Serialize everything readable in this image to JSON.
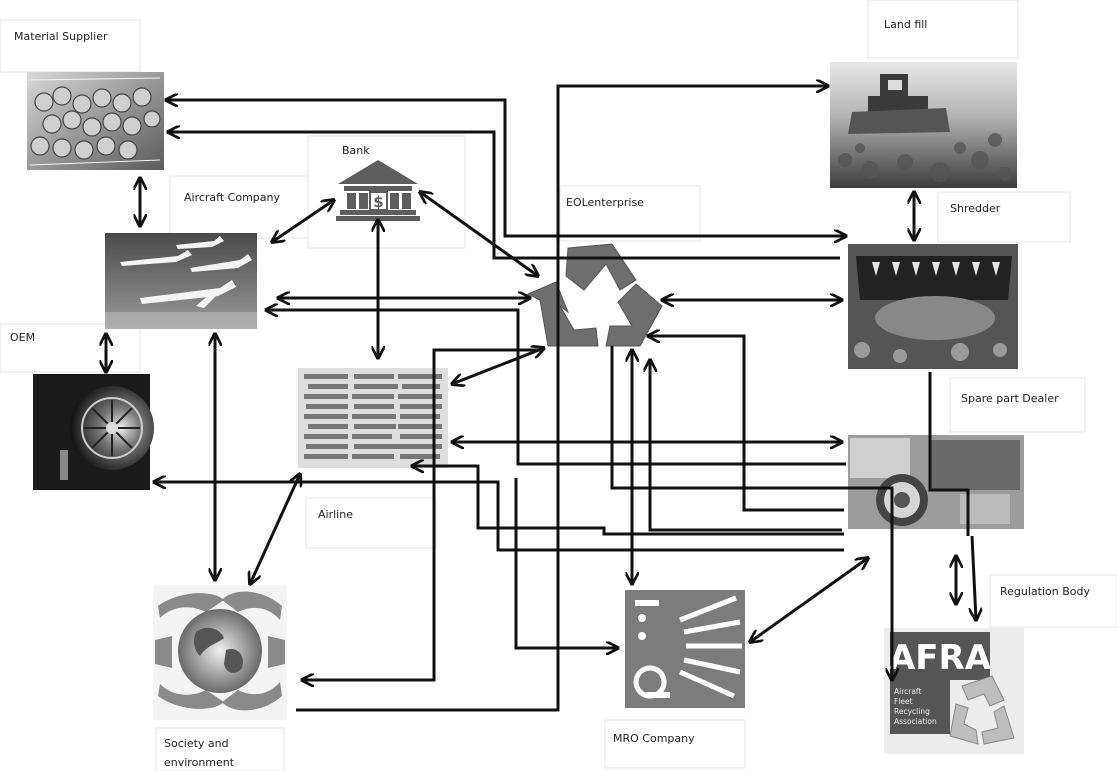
{
  "labels": {
    "material_supplier": "Material Supplier",
    "aircraft_company": "Aircraft Company",
    "bank": "Bank",
    "bank_sign": "$",
    "eol_enterprise": "EOLenterprise",
    "landfill": "Land fill",
    "shredder": "Shredder",
    "oem": "OEM",
    "airline": "Airline",
    "spare_part_dealer": "Spare part Dealer",
    "regulation_body": "Regulation Body",
    "society": "Society and",
    "society_2": "environment",
    "mro_company": "MRO Company",
    "afra_logo_title": "AFRA",
    "afra_logo_sub": "Aircraft Fleet Recycling Association"
  }
}
